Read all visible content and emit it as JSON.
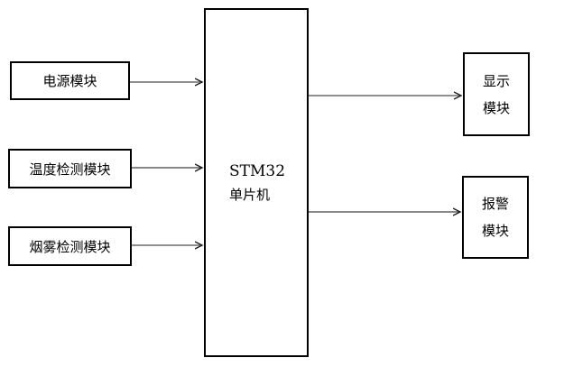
{
  "blocks": {
    "power": {
      "label": "电源模块"
    },
    "temperature": {
      "label": "温度检测模块"
    },
    "smoke": {
      "label": "烟雾检测模块"
    },
    "mcu": {
      "line1": "STM32",
      "line2": "单片机"
    },
    "display": {
      "line1": "显示",
      "line2": "模块"
    },
    "alarm": {
      "line1": "报警",
      "line2": "模块"
    }
  },
  "colors": {
    "background": "#ffffff",
    "box_border": "#000000",
    "text": "#000000",
    "arrow_gray": "#808080",
    "arrow_dark": "#404040",
    "arrow_head": "#1a1a1a"
  }
}
